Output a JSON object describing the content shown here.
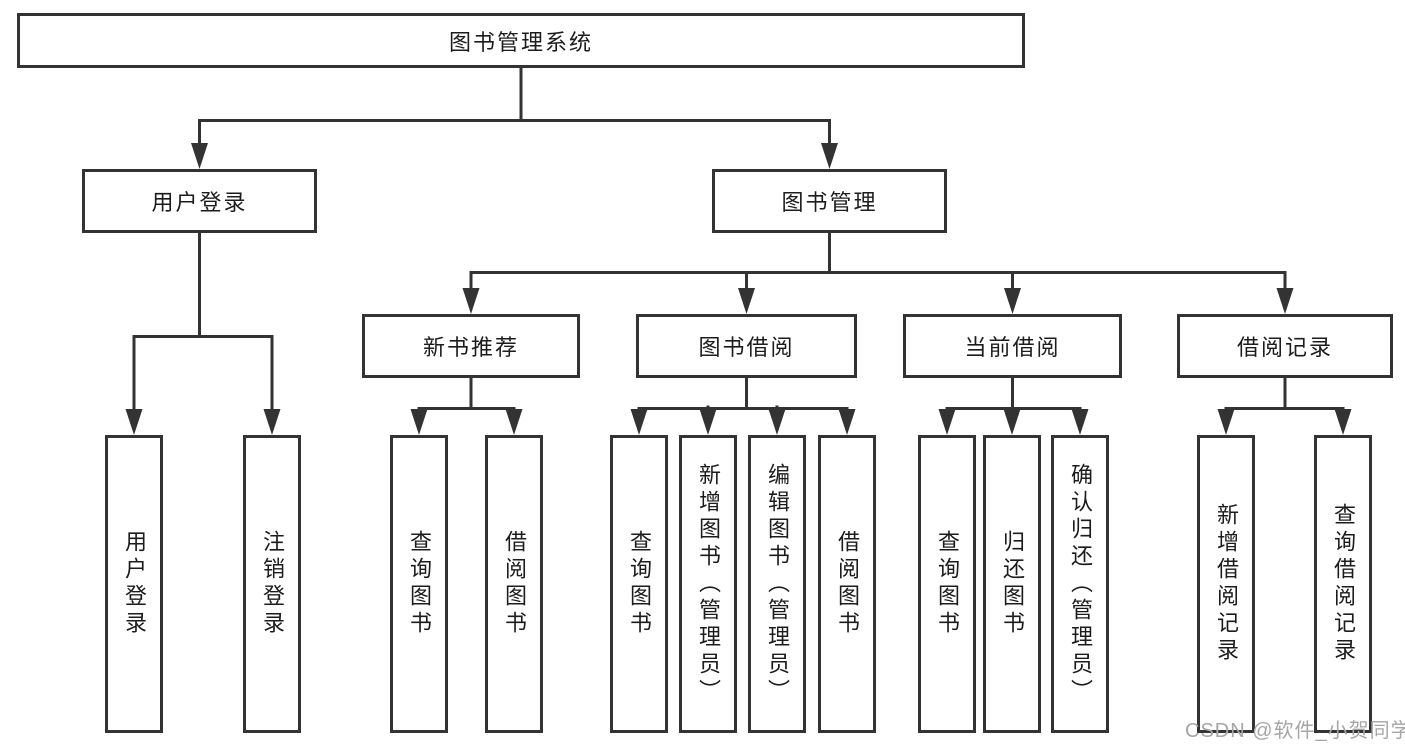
{
  "tree": {
    "root": {
      "label": "图书管理系统"
    },
    "level2": [
      {
        "label": "用户登录",
        "leaves": [
          "用户登录",
          "注销登录"
        ]
      },
      {
        "label": "图书管理"
      }
    ],
    "level3": [
      {
        "label": "新书推荐",
        "leaves": [
          "查询图书",
          "借阅图书"
        ]
      },
      {
        "label": "图书借阅",
        "leaves": [
          "查询图书",
          "新增图书（管理员）",
          "编辑图书（管理员）",
          "借阅图书"
        ]
      },
      {
        "label": "当前借阅",
        "leaves": [
          "查询图书",
          "归还图书",
          "确认归还（管理员）"
        ]
      },
      {
        "label": "借阅记录",
        "leaves": [
          "新增借阅记录",
          "查询借阅记录"
        ]
      }
    ]
  },
  "watermark": "CSDN @软件_小贺同学",
  "colors": {
    "line": "#333333",
    "text": "#1c1c1c",
    "watermark": "#a6a6a6",
    "background": "#ffffff"
  }
}
